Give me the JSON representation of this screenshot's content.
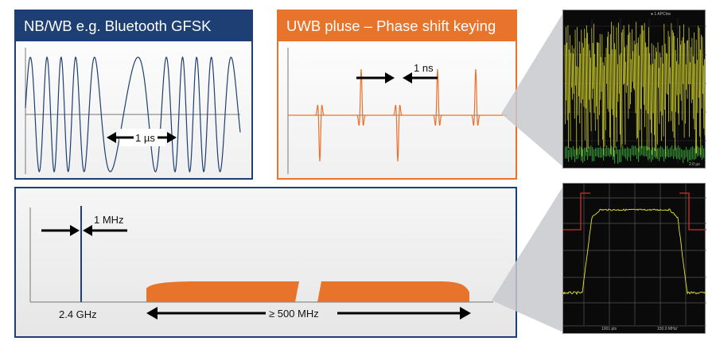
{
  "panels": {
    "narrowband": {
      "title": "NB/WB e.g. Bluetooth GFSK",
      "duration_label": "1 µs"
    },
    "uwb_pulse": {
      "title": "UWB pluse – Phase shift keying",
      "pulse_width_label": "1 ns"
    },
    "spectrum": {
      "bandwidth_nb_label": "1 MHz",
      "frequency_label": "2.4 GHz",
      "bandwidth_uwb_label": "≥ 500 MHz"
    }
  },
  "scopes": {
    "time_domain": {
      "header": "● 1 APClrw",
      "footer": "2.0 µs"
    },
    "spectrum": {
      "footer_left": "1001 pts",
      "footer_right": "150.0 MHz/"
    }
  },
  "colors": {
    "navy": "#1d3f73",
    "orange": "#e8732a",
    "scope_trace": "#e6e633",
    "scope_noise": "#2f8f2f",
    "scope_limit": "#d92b2b"
  }
}
